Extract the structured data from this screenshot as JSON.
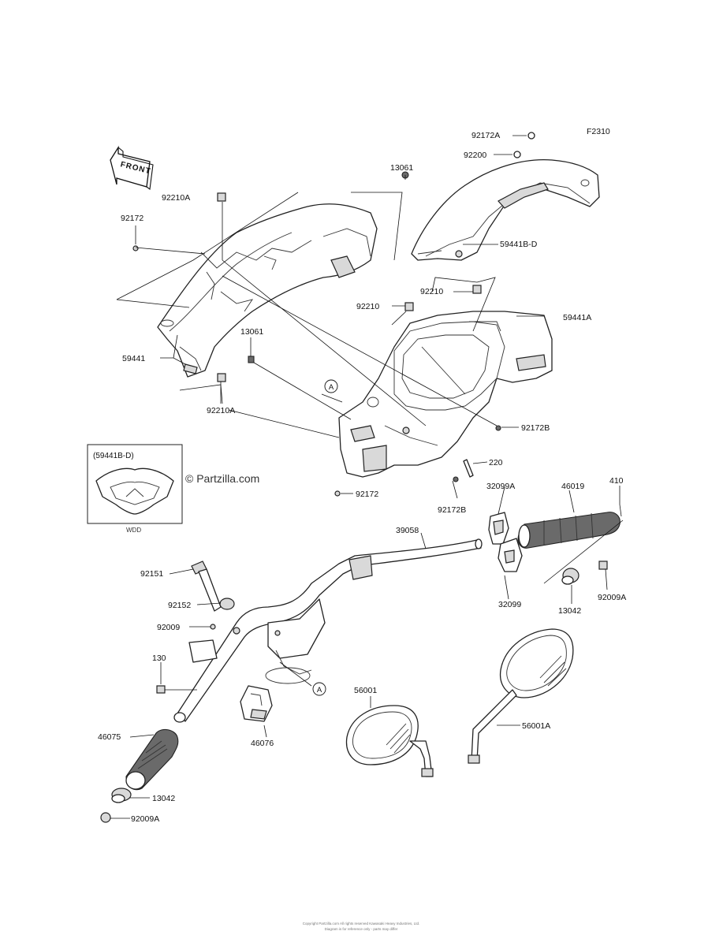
{
  "diagram_code": "F2310",
  "copyright": "© Partzilla.com",
  "front_arrow_text": "FRONT",
  "inset": {
    "label": "(59441B-D)",
    "footer": "WDD"
  },
  "callouts": [
    {
      "id": "callout-a-upper",
      "text": "A"
    },
    {
      "id": "callout-a-lower",
      "text": "A"
    }
  ],
  "labels": [
    "92172A",
    "92200",
    "13061",
    "92210A",
    "92172",
    "59441B-D",
    "92210",
    "92210",
    "59441A",
    "13061",
    "59441",
    "92210A",
    "92172B",
    "220",
    "92172",
    "92172B",
    "32099A",
    "46019",
    "410",
    "39058",
    "92151",
    "92152",
    "92009",
    "130",
    "13042",
    "92009A",
    "32099",
    "56001",
    "56001A",
    "46075",
    "46076",
    "13042",
    "92009A"
  ],
  "footer_lines": [
    "Copyright  Partzilla.com  All rights reserved  Kawasaki Heavy Industries, Ltd.",
    "Diagram is for reference only - parts may differ"
  ]
}
